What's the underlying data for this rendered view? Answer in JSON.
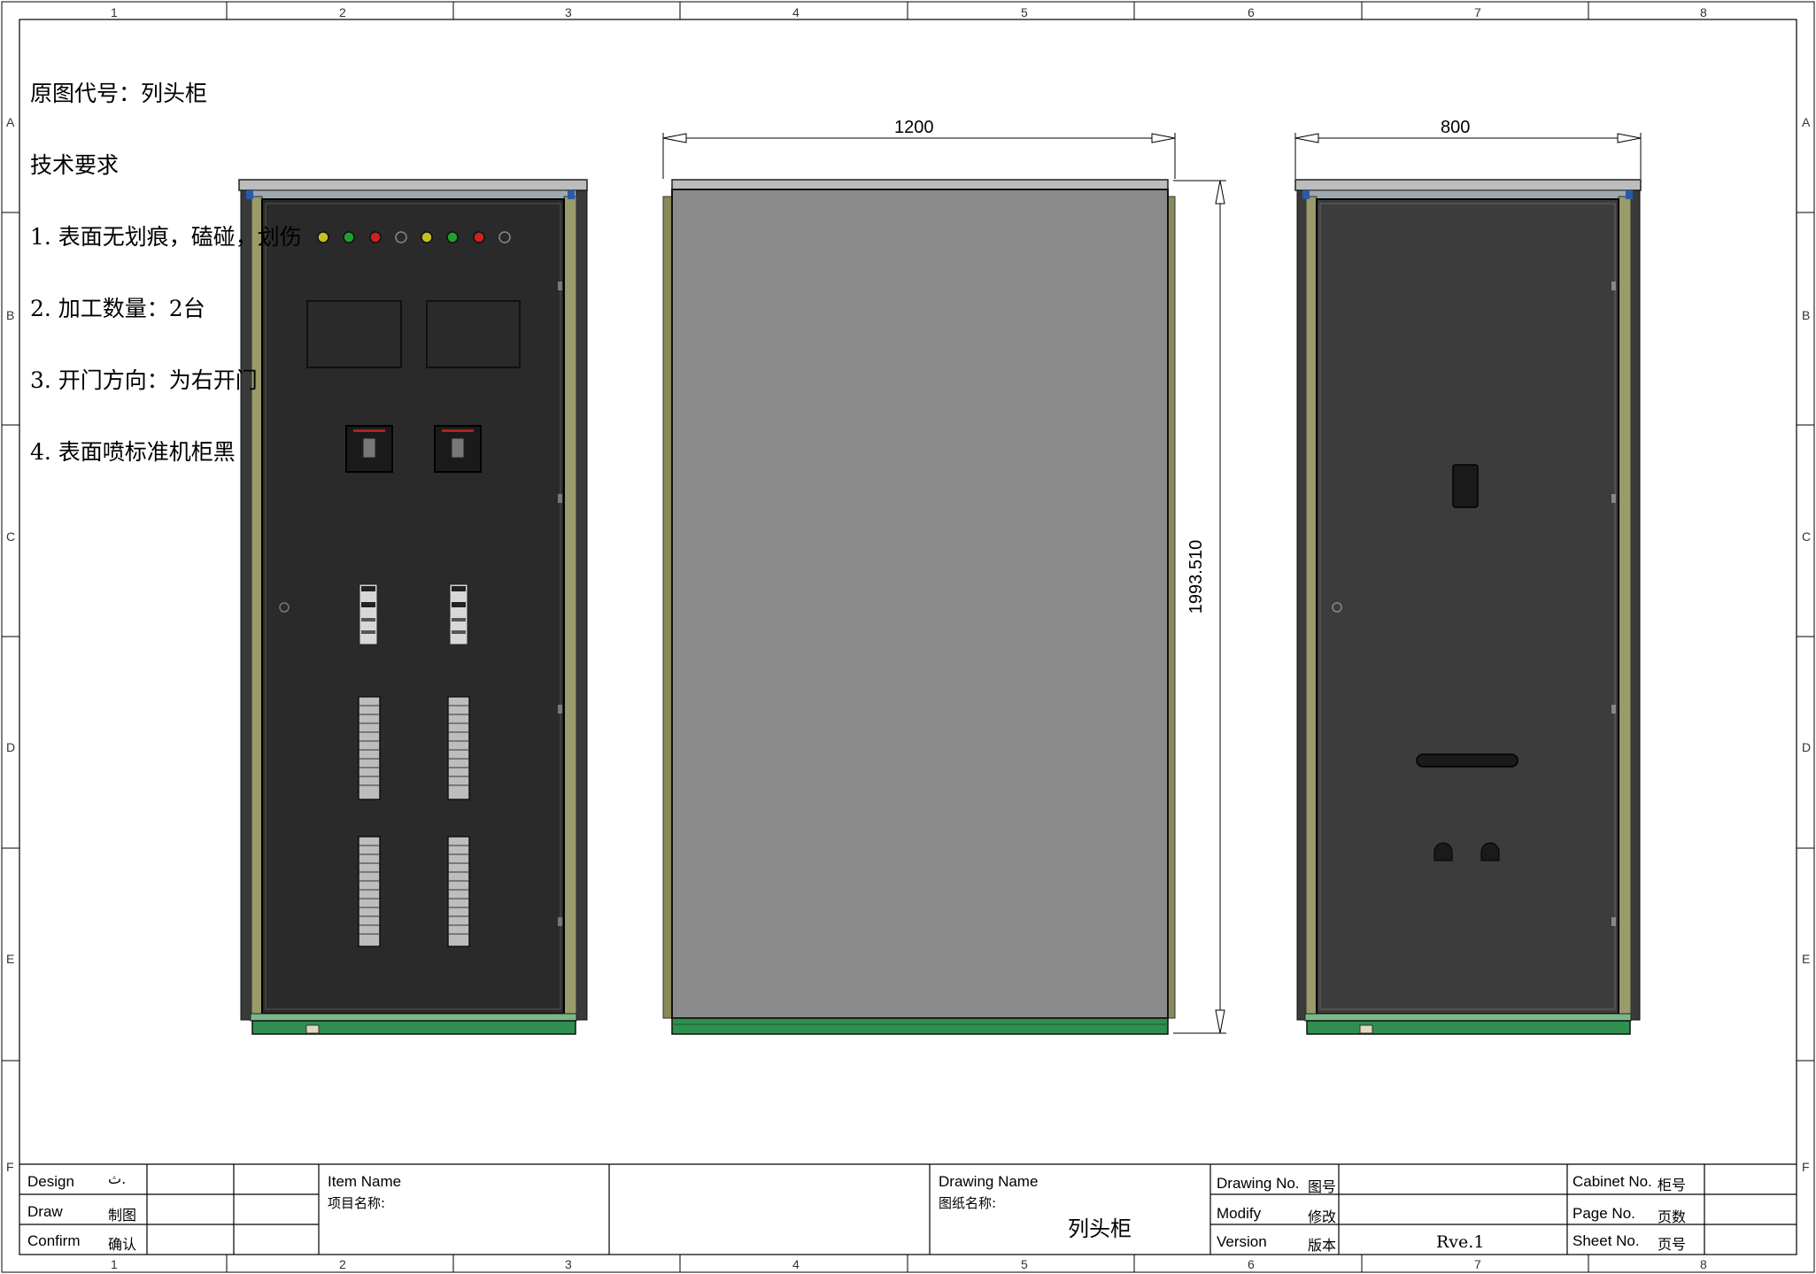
{
  "notes": {
    "line1": "原图代号：列头柜",
    "line2": "技术要求",
    "line3": "1. 表面无划痕，磕碰，划伤",
    "line4": "2. 加工数量：2台",
    "line5": "3. 开门方向：为右开门",
    "line6": "4. 表面喷标准机柜黑"
  },
  "grid": {
    "cols": [
      "1",
      "2",
      "3",
      "4",
      "5",
      "6",
      "7",
      "8"
    ],
    "rows": [
      "A",
      "B",
      "C",
      "D",
      "E",
      "F"
    ]
  },
  "dimensions": {
    "side_width": "1200",
    "back_width": "800",
    "height": "1993.510"
  },
  "title_block": {
    "design_label": "Design",
    "design_sign": "ث.",
    "draw_label": "Draw",
    "draw_cn": "制图",
    "confirm_label": "Confirm",
    "confirm_cn": "确认",
    "item_name_label": "Item Name",
    "item_name_cn": "项目名称:",
    "drawing_name_label": "Drawing Name",
    "drawing_name_cn": "图纸名称:",
    "drawing_name_value": "列头柜",
    "drawing_no_label": "Drawing No.",
    "drawing_no_cn": "图号",
    "modify_label": "Modify",
    "modify_cn": "修改",
    "version_label": "Version",
    "version_cn": "版本",
    "version_value": "Rve.1",
    "cabinet_no_label": "Cabinet No.",
    "cabinet_no_cn": "柜号",
    "page_no_label": "Page No.",
    "page_no_cn": "页数",
    "sheet_no_label": "Sheet No.",
    "sheet_no_cn": "页号"
  },
  "colors": {
    "cabinet_black": "#2a2a2a",
    "side_panel_gray": "#8a8a8a",
    "back_panel_dark": "#3c3c3c",
    "frame_olive": "#9a9a6a",
    "base_green": "#2f8f4f",
    "lamp_yellow": "#c8c020",
    "lamp_green": "#20a030",
    "lamp_red": "#d02020"
  },
  "front_lamps": [
    "yellow",
    "green",
    "red",
    "off",
    "yellow",
    "green",
    "red",
    "off"
  ]
}
